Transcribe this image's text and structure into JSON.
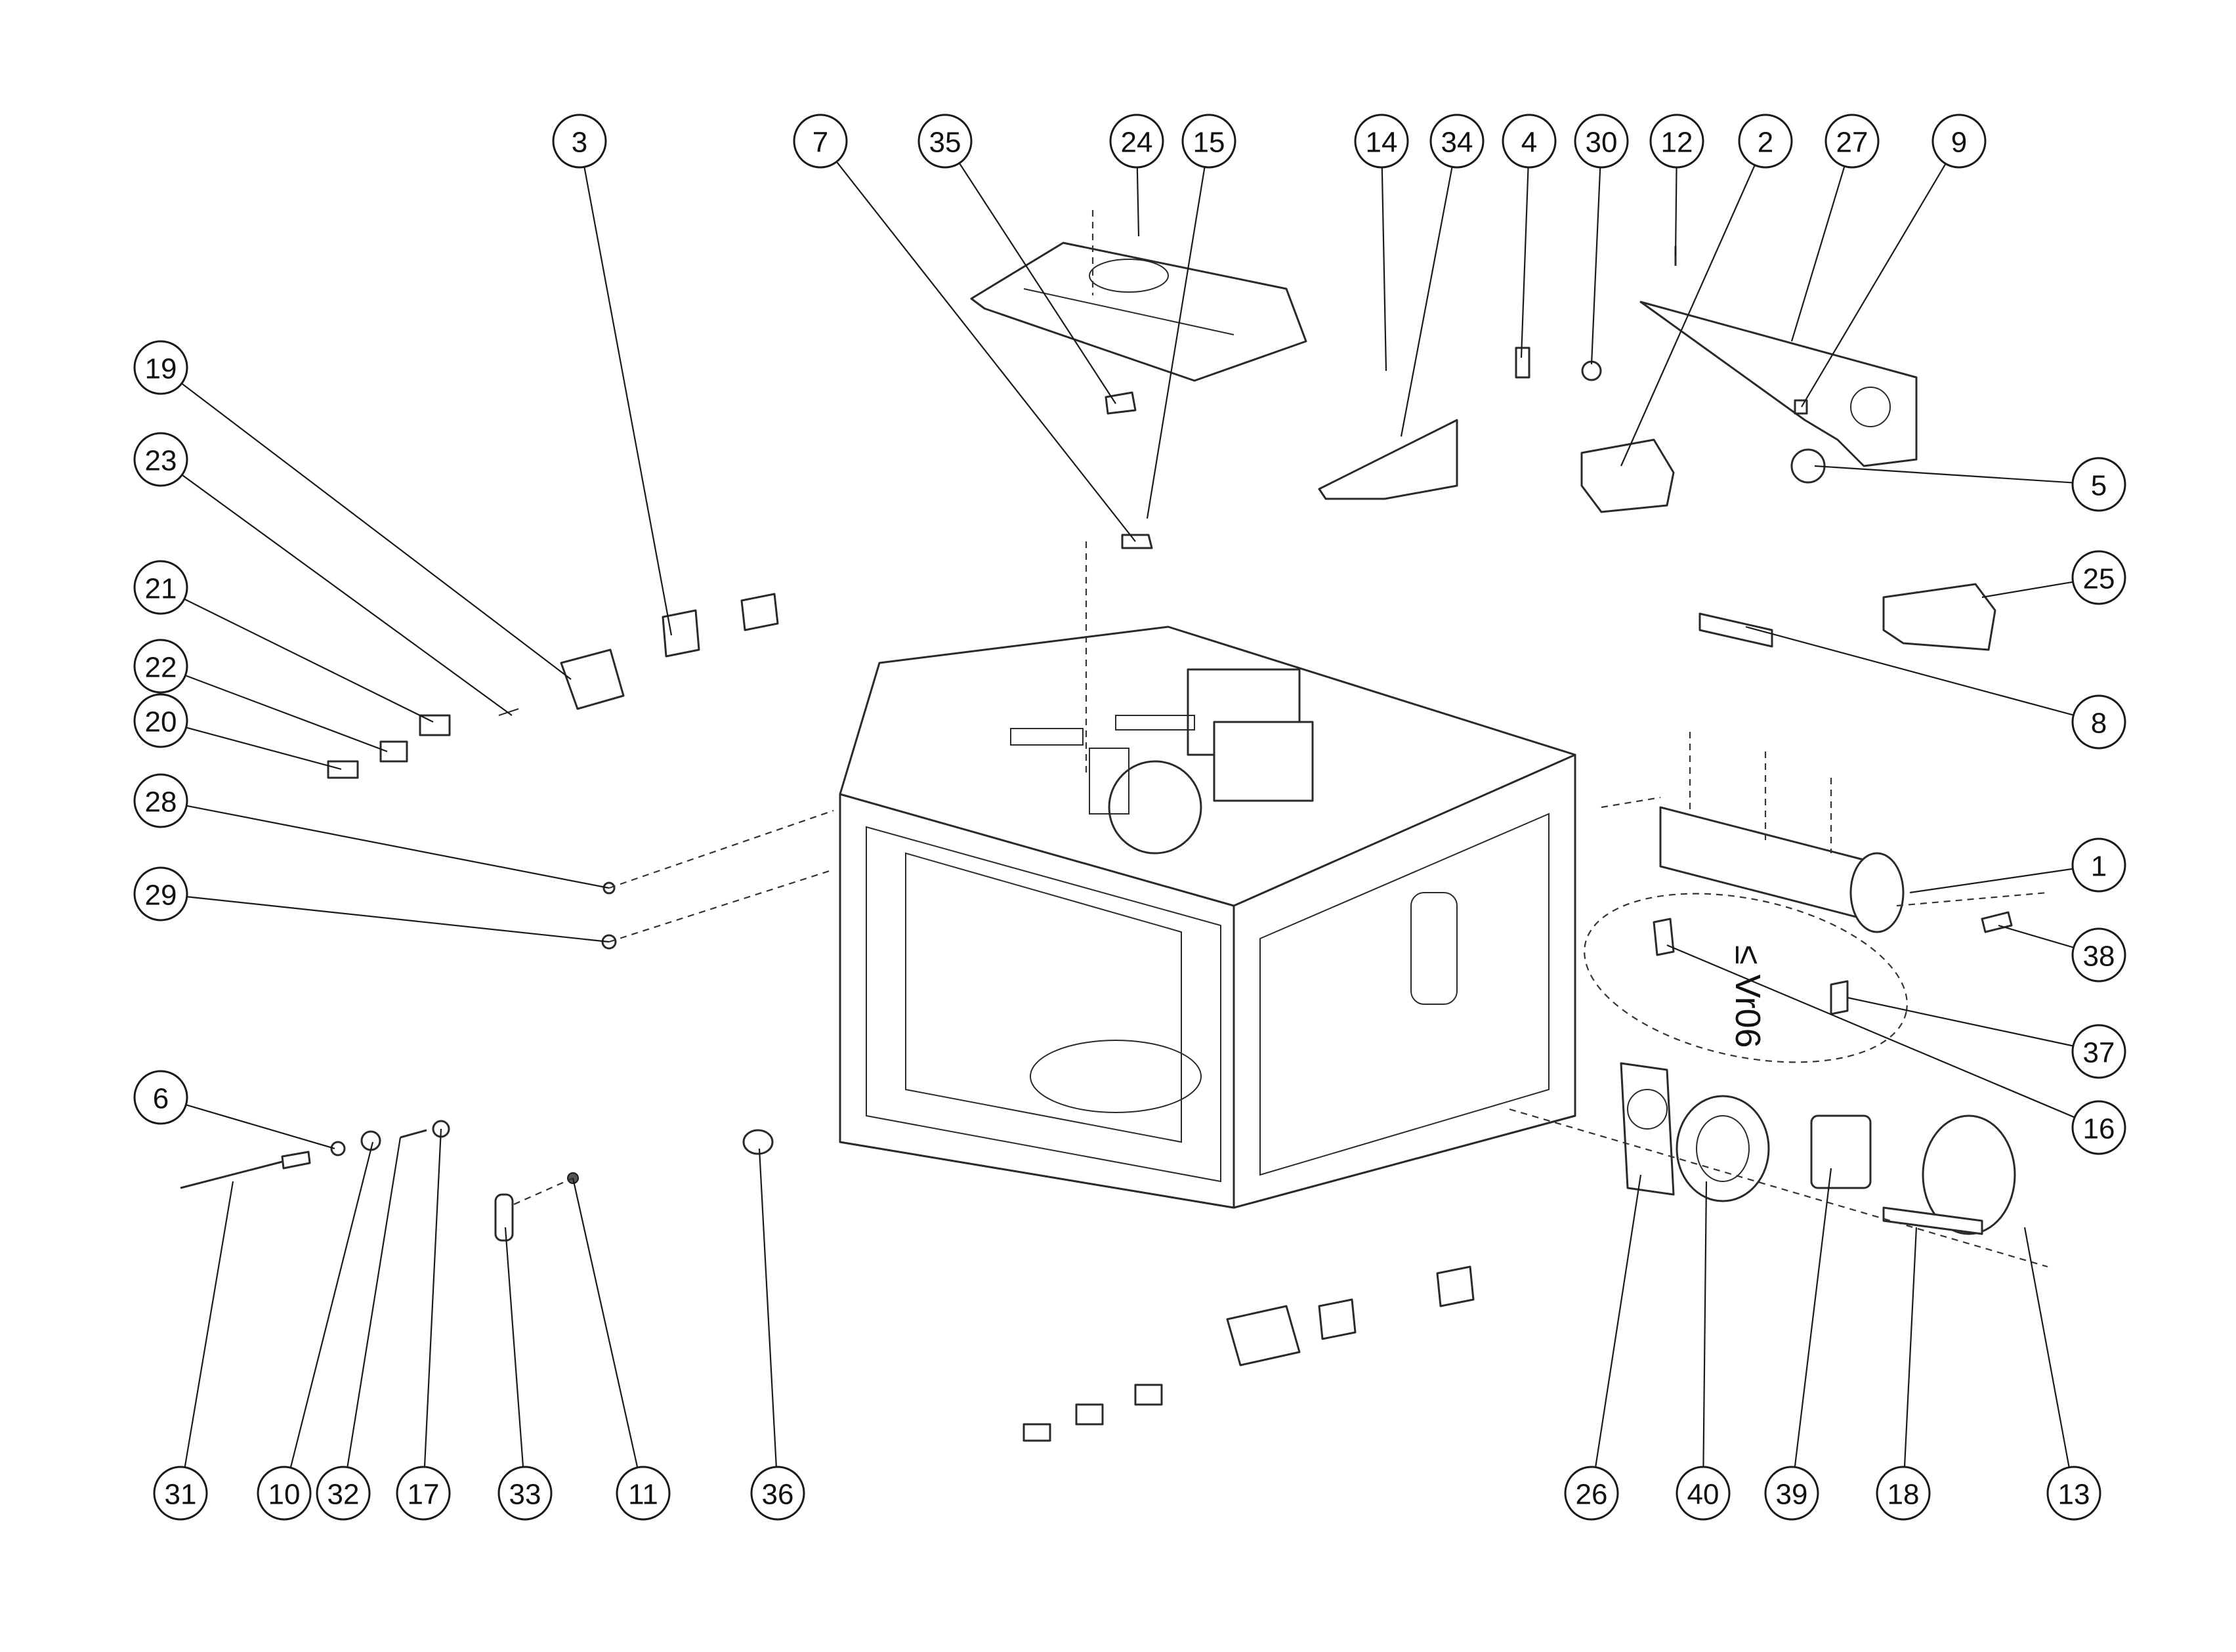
{
  "callouts": [
    {
      "id": "1",
      "label": "1"
    },
    {
      "id": "2",
      "label": "2"
    },
    {
      "id": "3",
      "label": "3"
    },
    {
      "id": "4",
      "label": "4"
    },
    {
      "id": "5",
      "label": "5"
    },
    {
      "id": "6",
      "label": "6"
    },
    {
      "id": "7",
      "label": "7"
    },
    {
      "id": "8",
      "label": "8"
    },
    {
      "id": "9",
      "label": "9"
    },
    {
      "id": "10",
      "label": "10"
    },
    {
      "id": "11",
      "label": "11"
    },
    {
      "id": "12",
      "label": "12"
    },
    {
      "id": "13",
      "label": "13"
    },
    {
      "id": "14",
      "label": "14"
    },
    {
      "id": "15",
      "label": "15"
    },
    {
      "id": "16",
      "label": "16"
    },
    {
      "id": "17",
      "label": "17"
    },
    {
      "id": "18",
      "label": "18"
    },
    {
      "id": "19",
      "label": "19"
    },
    {
      "id": "20",
      "label": "20"
    },
    {
      "id": "21",
      "label": "21"
    },
    {
      "id": "22",
      "label": "22"
    },
    {
      "id": "23",
      "label": "23"
    },
    {
      "id": "24",
      "label": "24"
    },
    {
      "id": "25",
      "label": "25"
    },
    {
      "id": "26",
      "label": "26"
    },
    {
      "id": "27",
      "label": "27"
    },
    {
      "id": "28",
      "label": "28"
    },
    {
      "id": "29",
      "label": "29"
    },
    {
      "id": "30",
      "label": "30"
    },
    {
      "id": "31",
      "label": "31"
    },
    {
      "id": "32",
      "label": "32"
    },
    {
      "id": "33",
      "label": "33"
    },
    {
      "id": "34",
      "label": "34"
    },
    {
      "id": "35",
      "label": "35"
    },
    {
      "id": "36",
      "label": "36"
    },
    {
      "id": "37",
      "label": "37"
    },
    {
      "id": "38",
      "label": "38"
    },
    {
      "id": "39",
      "label": "39"
    },
    {
      "id": "40",
      "label": "40"
    }
  ],
  "version_note": "≤ Vr06"
}
